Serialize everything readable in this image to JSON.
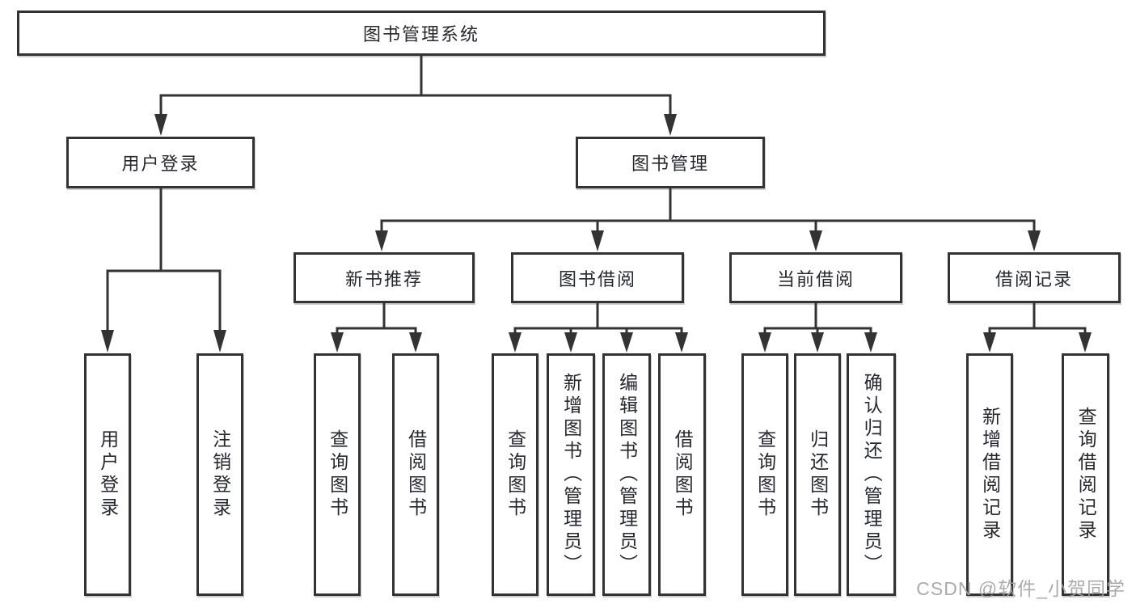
{
  "colors": {
    "line": "#333333",
    "text": "#26282e",
    "background": "#ffffff",
    "watermark": "#a3a3a3"
  },
  "watermark": {
    "text": "CSDN @软件_小贺同学"
  },
  "tree": {
    "root": {
      "label": "图书管理系统"
    },
    "branches": [
      {
        "label": "用户登录",
        "leaves": [
          {
            "label": "用户登录"
          },
          {
            "label": "注销登录"
          }
        ]
      },
      {
        "label": "图书管理",
        "groups": [
          {
            "label": "新书推荐",
            "leaves": [
              {
                "label": "查询图书"
              },
              {
                "label": "借阅图书"
              }
            ]
          },
          {
            "label": "图书借阅",
            "leaves": [
              {
                "label": "查询图书"
              },
              {
                "label": "新增图书（管理员）"
              },
              {
                "label": "编辑图书（管理员）"
              },
              {
                "label": "借阅图书"
              }
            ]
          },
          {
            "label": "当前借阅",
            "leaves": [
              {
                "label": "查询图书"
              },
              {
                "label": "归还图书"
              },
              {
                "label": "确认归还（管理员）"
              }
            ]
          },
          {
            "label": "借阅记录",
            "leaves": [
              {
                "label": "新增借阅记录"
              },
              {
                "label": "查询借阅记录"
              }
            ]
          }
        ]
      }
    ]
  }
}
